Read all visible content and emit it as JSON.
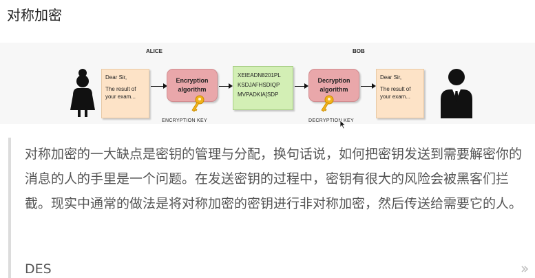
{
  "page": {
    "title": "对称加密"
  },
  "diagram": {
    "alice_label": "ALICE",
    "bob_label": "BOB",
    "plain_note": {
      "line1": "Dear Sir,",
      "line2": "The result of",
      "line3": "your exam..."
    },
    "decrypted_note": {
      "line1": "Dear Sir,",
      "line2": "The result of",
      "line3": "your exam..."
    },
    "encryption": {
      "line1": "Encryption",
      "line2": "algorithm",
      "key_label": "ENCRYPTION KEY"
    },
    "decryption": {
      "line1": "Decryption",
      "line2": "algorithm",
      "key_label": "DECRYPTION KEY"
    },
    "ciphertext": {
      "line1": "XEIEADN8201PL",
      "line2": "KSDJAFHSDIQP",
      "line3": "MVPADKIA[SDP"
    },
    "colors": {
      "note": "#fde3c7",
      "algorithm": "#e9a7aa",
      "ciphertext": "#d3efb5",
      "key": "#f2b21b"
    }
  },
  "article": {
    "paragraph": "对称加密的一大缺点是密钥的管理与分配，换句话说，如何把密钥发送到需要解密你的消息的人的手里是一个问题。在发送密钥的过程中，密钥有很大的风险会被黑客们拦截。现实中通常的做法是将对称加密的密钥进行非对称加密，然后传送给需要它的人。",
    "next_heading": "DES"
  },
  "icons": [
    "woman-user-icon",
    "man-user-icon",
    "key-icon",
    "expand-icon",
    "mouse-cursor-icon"
  ]
}
